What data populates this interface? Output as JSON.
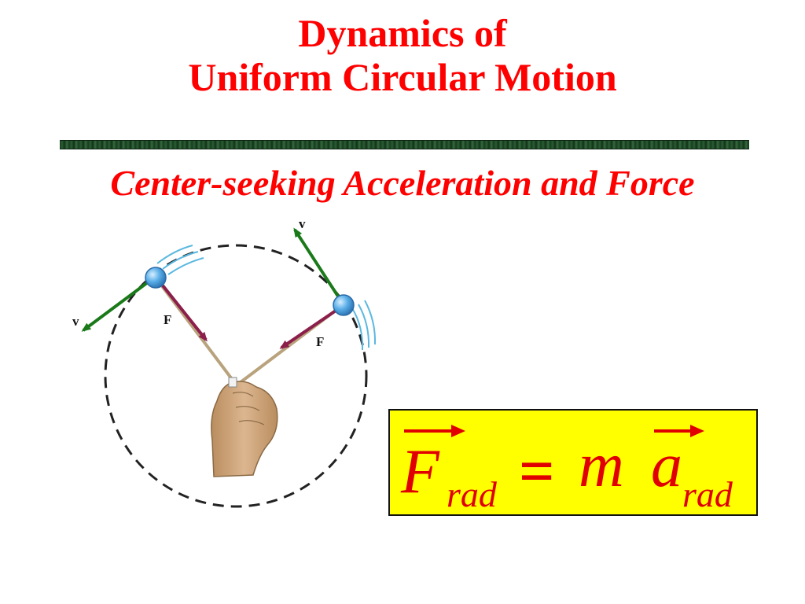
{
  "title": {
    "line1": "Dynamics of",
    "line2": "Uniform Circular Motion"
  },
  "subtitle": "Center-seeking Acceleration and Force",
  "diagram": {
    "velocity_label_top": "v",
    "velocity_label_left": "v",
    "force_label_left": "F",
    "force_label_right": "F"
  },
  "equation": {
    "force_symbol": "F",
    "force_subscript": "rad",
    "equals": "=",
    "mass_symbol": "m",
    "accel_symbol": "a",
    "accel_subscript": "rad"
  },
  "colors": {
    "title": "#ff0000",
    "equation_box": "#ffff00",
    "equation_text": "#e00000",
    "velocity_arrow": "#1a7a1a",
    "force_arrow": "#8b1e4a",
    "ball": "#5aaee8",
    "motion_lines": "#5bb8e0"
  }
}
